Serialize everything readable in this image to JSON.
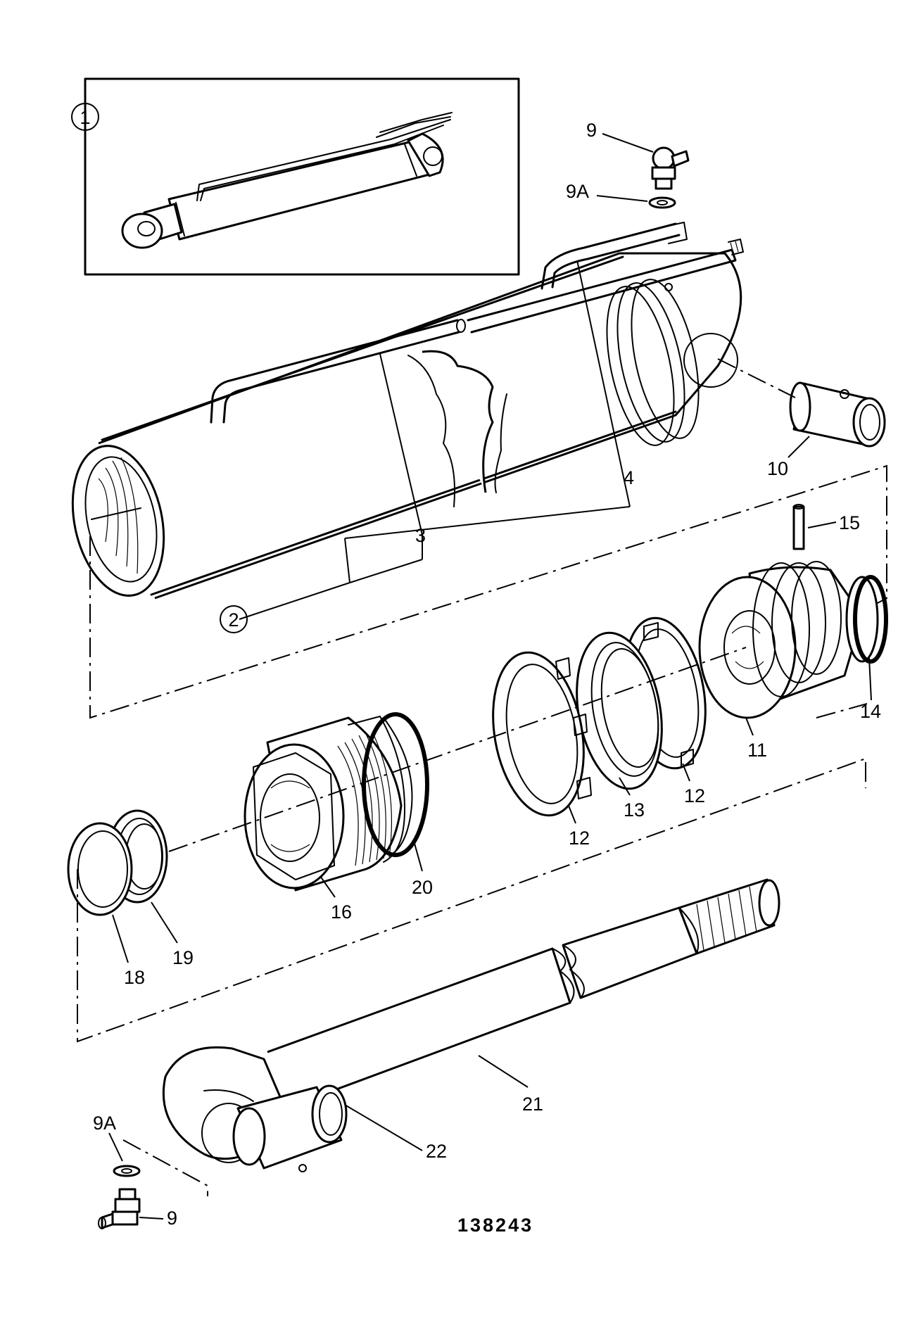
{
  "callouts": {
    "c1": "1",
    "c2": "2",
    "c3": "3",
    "c4": "4",
    "c9_top": "9",
    "c9a_top": "9A",
    "c10": "10",
    "c11": "11",
    "c12_a": "12",
    "c12_b": "12",
    "c13": "13",
    "c14": "14",
    "c15": "15",
    "c16": "16",
    "c18": "18",
    "c19": "19",
    "c20": "20",
    "c21": "21",
    "c22": "22",
    "c9a_bottom": "9A",
    "c9_bottom": "9"
  },
  "catalog_number": "138243"
}
